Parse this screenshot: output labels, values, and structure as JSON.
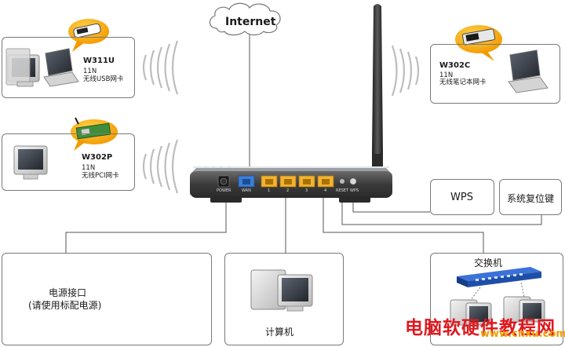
{
  "internet": {
    "label": "Internet"
  },
  "devices": [
    {
      "model": "W311U",
      "line1": "11N",
      "line2": "无线USB网卡"
    },
    {
      "model": "W302P",
      "line1": "11N",
      "line2": "无线PCI网卡"
    },
    {
      "model": "W302C",
      "line1": "11N",
      "line2": "无线笔记本网卡"
    }
  ],
  "router_ports": {
    "power": "POWER",
    "wan": "WAN",
    "lan": [
      "1",
      "2",
      "3",
      "4"
    ],
    "reset": "RESET",
    "wps": "WPS"
  },
  "callouts": {
    "wps": "WPS",
    "reset": "系统复位键",
    "power": [
      "电源接口",
      "(请使用标配电源)"
    ],
    "computer": "计算机",
    "switch": "交换机"
  },
  "watermark": {
    "text": "电脑软硬件教程网",
    "sub": "www.cnxu.com"
  },
  "colors": {
    "wan_port": "#3b7fd6",
    "lan_port": "#f2b233",
    "router_body": "#3e3e3e",
    "watermark": "#e0181f"
  }
}
